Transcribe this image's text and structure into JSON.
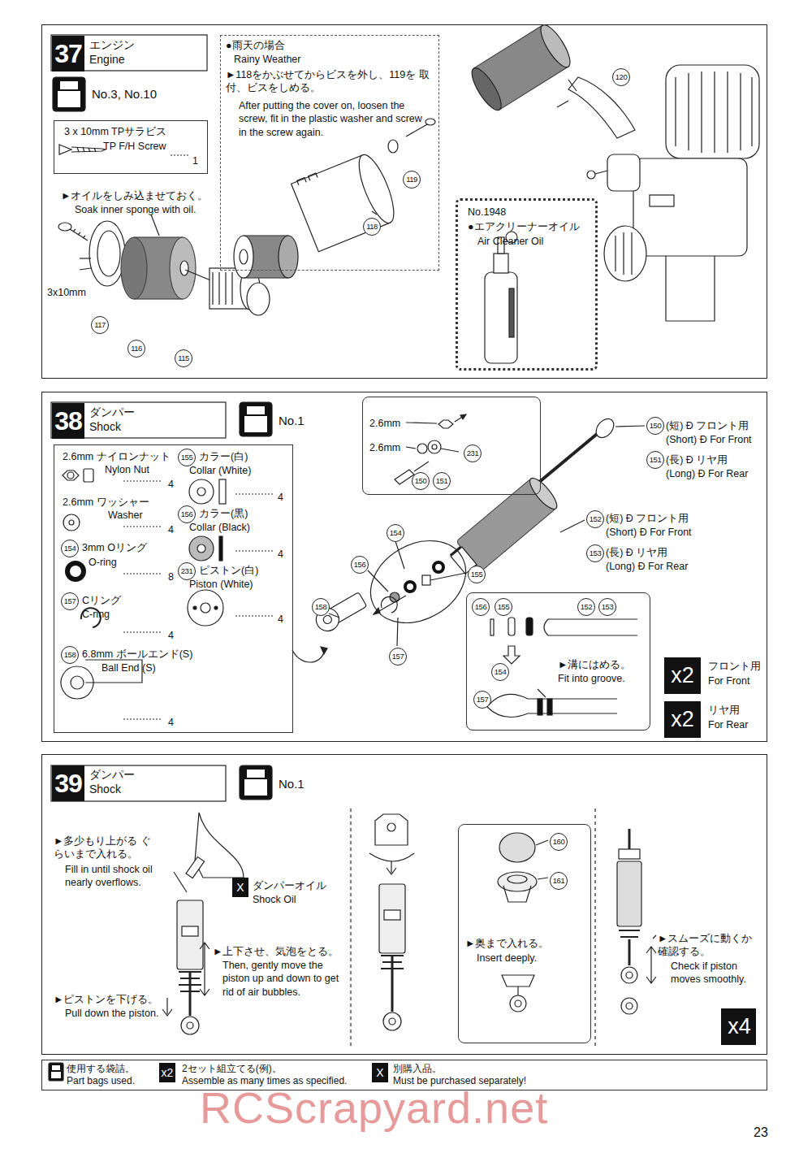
{
  "diagram": {
    "nodes": [
      {
        "text": [
          "37",
          "エンジン",
          "Engine"
        ]
      },
      {
        "text": [
          "3 x 10mm TPサラビス",
          "TP F/H Screw",
          "1"
        ],
        "in": 0
      },
      {
        "text": [
          "●雨天の場合",
          "Rainy Weather",
          "►118をかぶせてからビスを外し、119を 取付、ビスをしめる。",
          "After putting the cover on, loosen the screw, fit in the plastic washer and screw in the screw again."
        ],
        "in": 0
      },
      {
        "text": [
          "No.1948",
          "●エアクリーナーオイル",
          "Air Cleaner Oil"
        ],
        "in": 0
      },
      {
        "text": [
          "38",
          "ダンパー",
          "Shock"
        ]
      },
      {
        "text": [
          "2.6mm ナイロンナット",
          "Nylon Nut",
          "4",
          "2.6mm ワッシャー",
          "Washer",
          "4",
          "154",
          "3mm Oリング",
          "O-ring",
          "8",
          "157",
          "Cリング",
          "C-ring",
          "4",
          "158",
          "6.8mm ボールエンド(S)",
          "Ball End (S)",
          "4",
          "155",
          "カラー(白)",
          "Collar (White)",
          "4",
          "156",
          "カラー(黒)",
          "Collar (Black)",
          "4",
          "231",
          "ピストン(白)",
          "Piston (White)",
          "4"
        ],
        "in": 4
      },
      {
        "text": [
          "2.6mm",
          "2.6mm",
          "231",
          "150",
          "151"
        ],
        "in": 4
      },
      {
        "text": [
          "156",
          "155",
          "152",
          "153",
          "154",
          "►溝にはめる。",
          "Fit into groove.",
          "157"
        ],
        "in": 4
      },
      {
        "text": [
          "x2",
          "フロント用",
          "For Front"
        ],
        "in": 4
      },
      {
        "text": [
          "x2",
          "リヤ用",
          "For Rear"
        ],
        "in": 4
      },
      {
        "text": [
          "39",
          "ダンパー",
          "Shock"
        ]
      },
      {
        "text": [
          "160",
          "161",
          "►奥まで入れる。",
          "Insert deeply."
        ],
        "in": 10
      },
      {
        "text": [
          "x4"
        ],
        "in": 10
      },
      {
        "text": [
          "使用する袋詰。",
          "Part bags used.",
          "2セット組立てる(例)。",
          "Assemble as many times as specified.",
          "別購入品。",
          "Must be purchased separately!"
        ]
      }
    ],
    "labels": [
      "No.3, No.10",
      "►オイルをしみ込ませておく。",
      "Soak inner sponge with oil.",
      "3x10mm",
      "117",
      "116",
      "115",
      "118",
      "119",
      "120",
      "No.1",
      "150",
      "(短) Ð フロント用",
      "(Short) Ð For Front",
      "151",
      "(長) Ð リヤ用",
      "(Long) Ð For Rear",
      "152",
      "(短) Ð フロント用",
      "(Short) Ð For Front",
      "153",
      "(長) Ð リヤ用",
      "(Long) Ð For Rear",
      "154",
      "156",
      "155",
      "158",
      "157",
      "No.1",
      "►多少もり上がる ぐらいまで入れる。",
      "Fill in until shock oil nearly overflows.",
      "X",
      "ダンパーオイル",
      "Shock Oil",
      "►上下させ、気泡をとる。",
      "Then, gently move the piston up and down to get rid of air bubbles.",
      "►ピストンを下げる。",
      "Pull down the piston.",
      "►スムーズに動くか 確認する。",
      "Check if piston moves smoothly.",
      "x2",
      "X",
      "RCScrapyard.net",
      "23"
    ]
  }
}
